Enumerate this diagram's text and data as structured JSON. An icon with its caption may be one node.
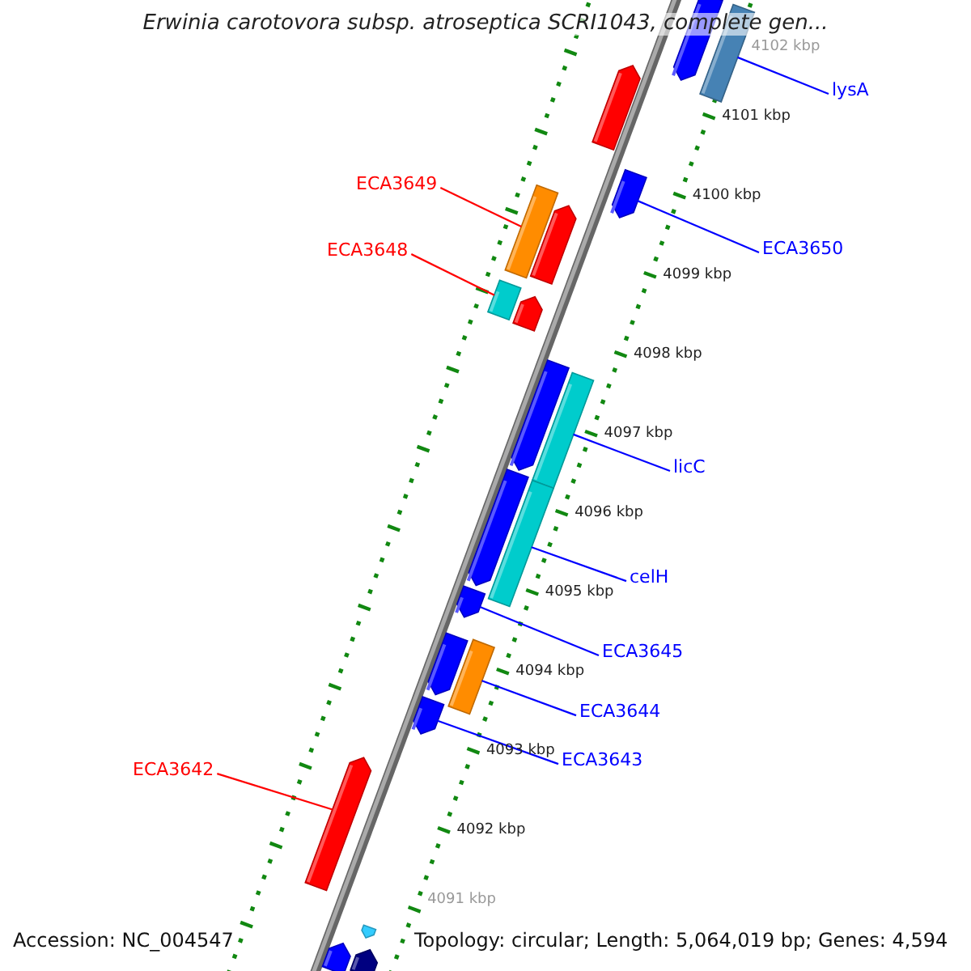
{
  "diagram": {
    "title": "Erwinia carotovora subsp. atroseptica SCRI1043, complete gen...",
    "nodes": [
      {
        "text": [],
        "shape": "bar"
      },
      {
        "text": [],
        "shape": "bar"
      },
      {
        "text": [
          "lysA"
        ]
      },
      {
        "text": [],
        "shape": "bar"
      },
      {
        "text": [],
        "shape": "bar"
      },
      {
        "text": [
          "ECA3649"
        ]
      },
      {
        "text": [],
        "shape": "bar"
      },
      {
        "text": [],
        "shape": "bar"
      },
      {
        "text": [
          "ECA3650"
        ]
      },
      {
        "text": [
          "ECA3648"
        ]
      },
      {
        "text": [],
        "shape": "bar"
      },
      {
        "text": [],
        "shape": "bar"
      },
      {
        "text": [],
        "shape": "bar"
      },
      {
        "text": [],
        "shape": "bar"
      },
      {
        "text": [
          "licC"
        ]
      },
      {
        "text": [],
        "shape": "bar"
      },
      {
        "text": [],
        "shape": "bar"
      },
      {
        "text": [
          "celH"
        ]
      },
      {
        "text": [],
        "shape": "bar"
      },
      {
        "text": [
          "ECA3645"
        ]
      },
      {
        "text": [],
        "shape": "bar"
      },
      {
        "text": [],
        "shape": "bar"
      },
      {
        "text": [
          "ECA3644"
        ]
      },
      {
        "text": [],
        "shape": "bar"
      },
      {
        "text": [
          "ECA3643"
        ]
      },
      {
        "text": [
          "ECA3642"
        ]
      },
      {
        "text": [],
        "shape": "bar"
      },
      {
        "text": [],
        "shape": "bar"
      },
      {
        "text": [],
        "shape": "bar"
      },
      {
        "text": [],
        "shape": "bar"
      }
    ],
    "edges": [
      {
        "from": 2,
        "to": 1,
        "arrow": "none"
      },
      {
        "from": 5,
        "to": 6,
        "arrow": "none",
        "color": "#ff0000"
      },
      {
        "from": 8,
        "to": 4,
        "arrow": "none"
      },
      {
        "from": 9,
        "to": 10,
        "arrow": "none",
        "color": "#ff0000"
      },
      {
        "from": 14,
        "to": 13,
        "arrow": "none"
      },
      {
        "from": 17,
        "to": 16,
        "arrow": "none"
      },
      {
        "from": 19,
        "to": 18,
        "arrow": "none"
      },
      {
        "from": 22,
        "to": 21,
        "arrow": "none"
      },
      {
        "from": 24,
        "to": 23,
        "arrow": "none"
      },
      {
        "from": 25,
        "to": 26,
        "arrow": "none",
        "color": "#ff0000"
      }
    ],
    "labels": [
      "4102 kbp",
      "4101 kbp",
      "4100 kbp",
      "4099 kbp",
      "4098 kbp",
      "4097 kbp",
      "4096 kbp",
      "4095 kbp",
      "4094 kbp",
      "4093 kbp",
      "4092 kbp",
      "4091 kbp",
      "Accession: NC_004547",
      "Topology: circular; Length: 5,064,019 bp; Genes: 4,594"
    ]
  }
}
